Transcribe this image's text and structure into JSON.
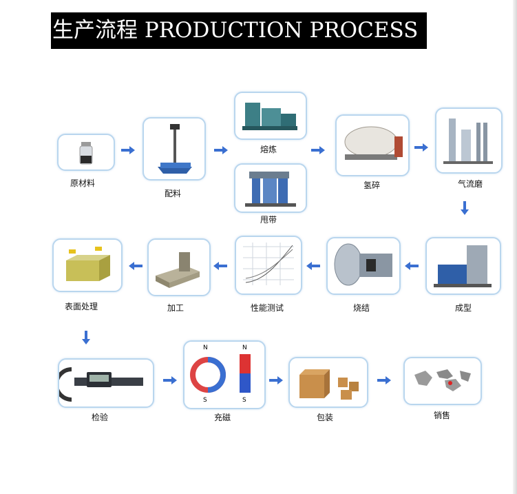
{
  "title": "生产流程 PRODUCTION PROCESS",
  "steps": {
    "raw": "原材料",
    "batch": "配料",
    "melt": "熔炼",
    "strip": "甩带",
    "hd": "氢碎",
    "jet": "气流磨",
    "press": "成型",
    "sinter": "烧结",
    "test": "性能测试",
    "machine": "加工",
    "surface": "表面处理",
    "inspect": "检验",
    "magnet": "充磁",
    "pack": "包装",
    "sale": "销售"
  },
  "magnet_poles": {
    "north": "N",
    "south": "S"
  },
  "colors": {
    "arrow": "#3a6fd1",
    "box_border": "#b9d6ee",
    "title_bg": "#000000",
    "title_text": "#ffffff"
  }
}
